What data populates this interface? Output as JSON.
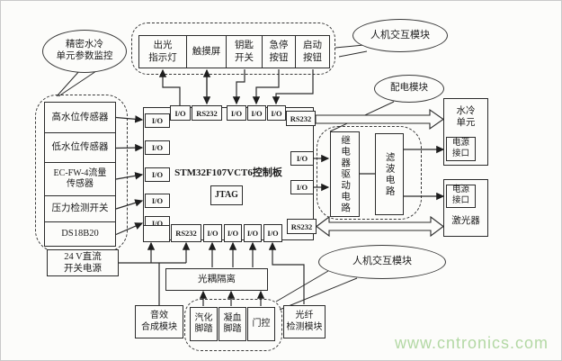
{
  "labels": {
    "io": "I/O",
    "rs232": "RS232"
  },
  "ellipses": {
    "monitor": "精密水冷\n单元参数监控",
    "hmi_top": "人机交互模块",
    "power_dist": "配电模块",
    "hmi_bottom": "人机交互模块"
  },
  "top_panel": {
    "light": "出光\n指示灯",
    "touch": "触摸屏",
    "key": "钥匙\n开关",
    "estop": "急停\n按钮",
    "start": "启动\n按钮"
  },
  "sensors": {
    "high_water": "高水位传感器",
    "low_water": "低水位传感器",
    "flow": "EC-FW-4流量\n传感器",
    "pressure": "压力检测开关",
    "ds18b20": "DS18B20"
  },
  "board": {
    "name": "STM32F107VCT6控制板",
    "jtag": "JTAG"
  },
  "power": {
    "psu": "24 V直流\n开关电源"
  },
  "right_side": {
    "relay": "继电器驱动电路",
    "filter": "滤波电路",
    "cooling_unit": "水冷\n单元",
    "power_port": "电源\n接口",
    "laser": "激光器"
  },
  "bottom": {
    "opto": "光耦隔离",
    "audio": "音效\n合成模块",
    "vapor_pedal": "汽化\n脚踏",
    "coag_pedal": "凝血\n脚踏",
    "door": "门控",
    "fiber": "光纤\n检测模块"
  },
  "watermark": "www.cntronics.com",
  "colors": {
    "line": "#2b2b2b",
    "watermark": "#b3d8a4",
    "background": "#fcfcfa"
  }
}
